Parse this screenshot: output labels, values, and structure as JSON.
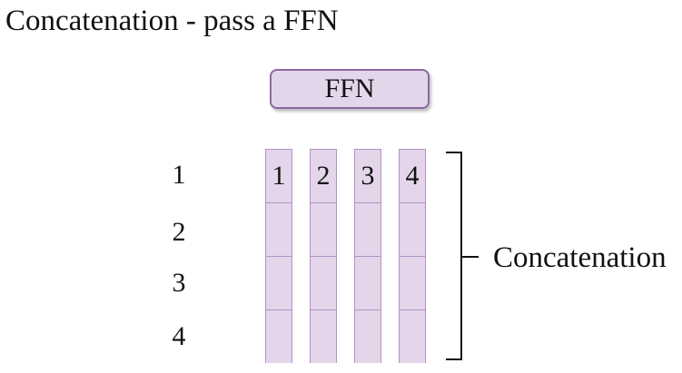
{
  "title": "Concatenation - pass a FFN",
  "ffn_label": "FFN",
  "row_labels": [
    "1",
    "2",
    "3",
    "4"
  ],
  "column_labels": [
    "1",
    "2",
    "3",
    "4"
  ],
  "bracket_label": "Concatenation",
  "colors": {
    "cell_fill": "#e4d5ea",
    "cell_border": "#b392c4",
    "ffn_fill": "#e4d6ea",
    "ffn_border": "#8b6aa0"
  }
}
